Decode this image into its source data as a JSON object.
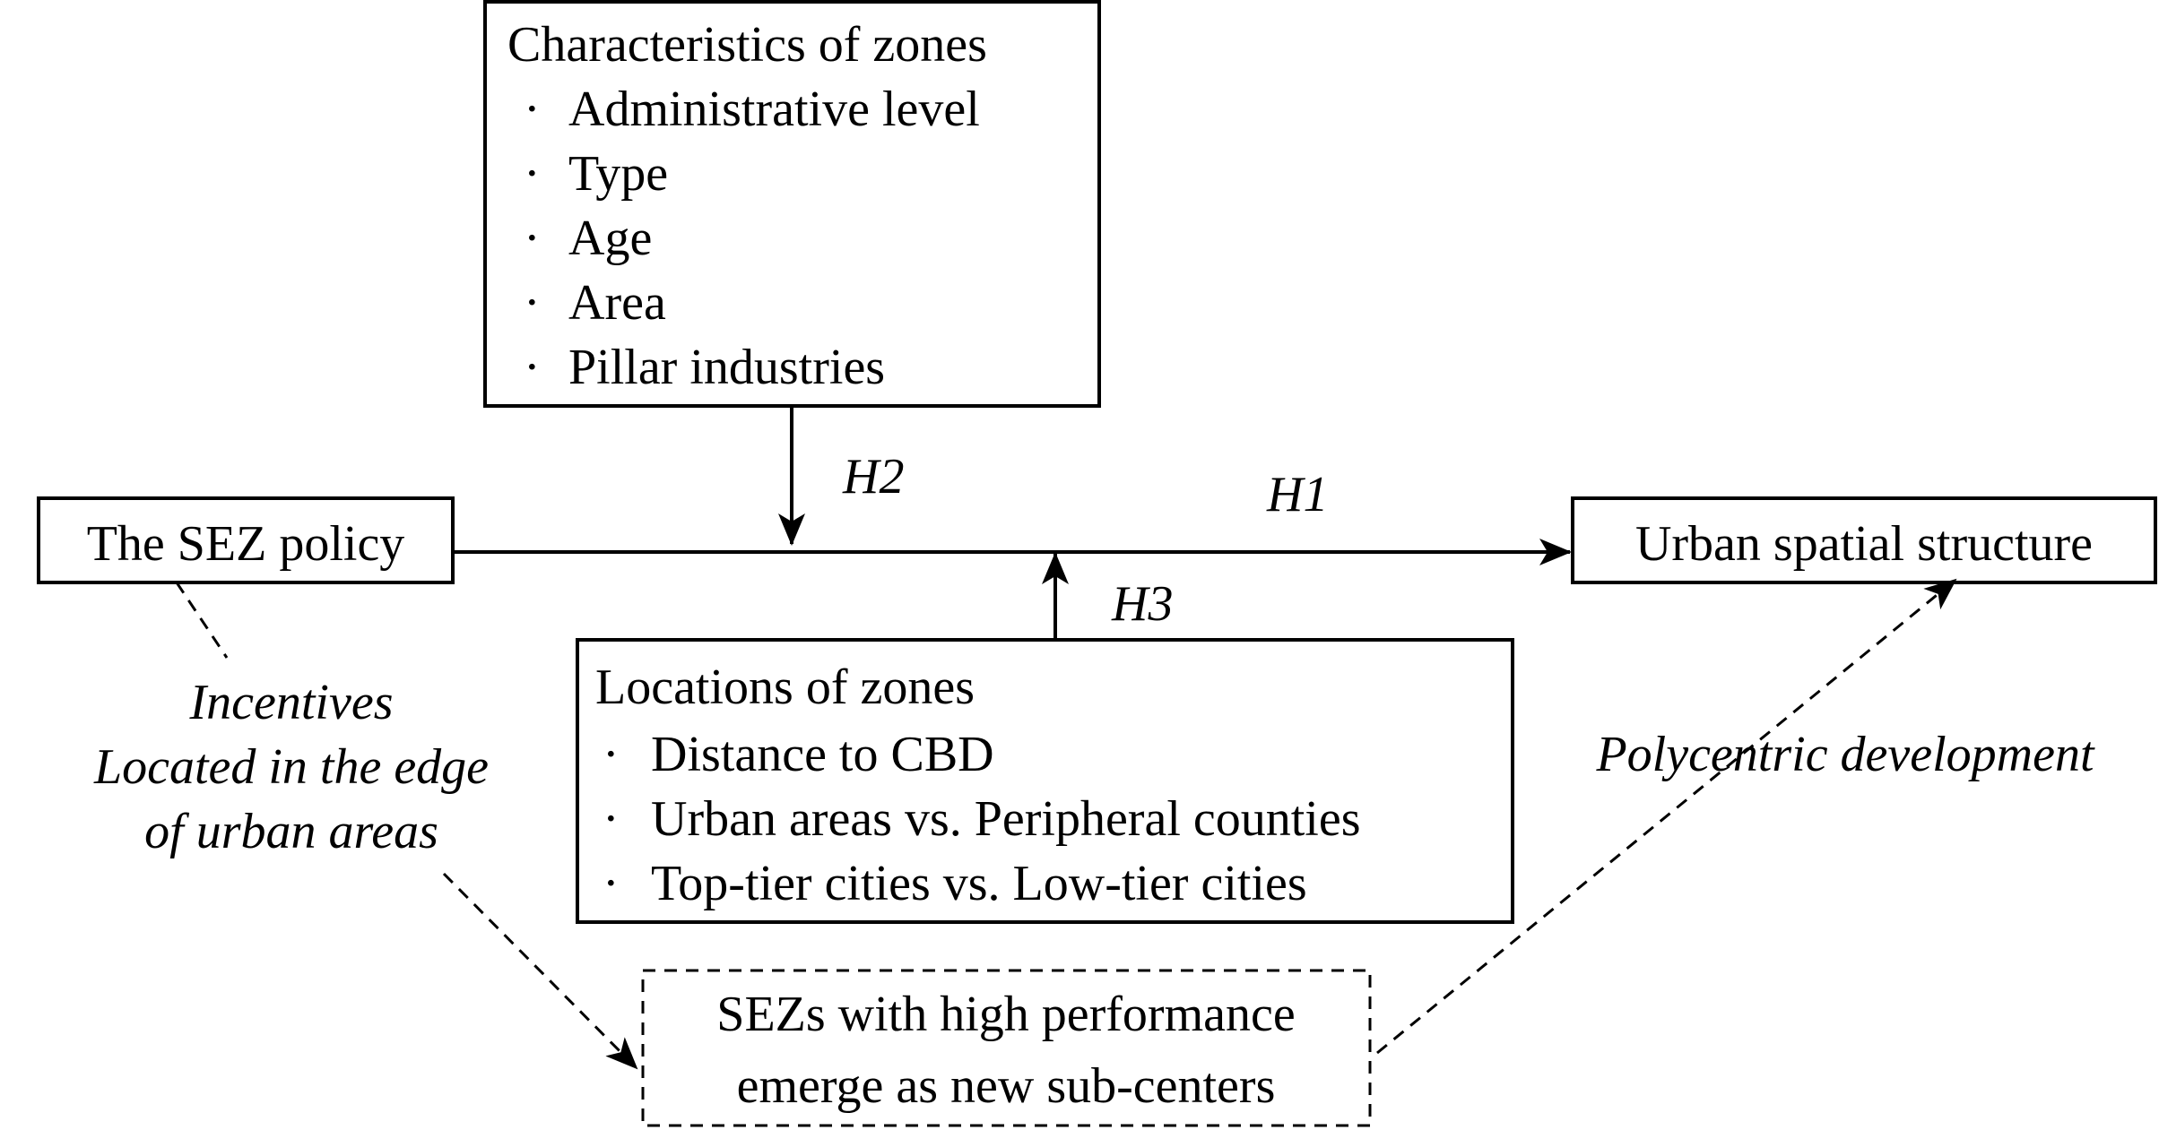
{
  "characteristics": {
    "title": "Characteristics of zones",
    "bullet": "·",
    "items": [
      "Administrative level",
      "Type",
      "Age",
      "Area",
      "Pillar industries"
    ]
  },
  "sez_policy": "The SEZ policy",
  "urban_structure": "Urban spatial structure",
  "hypotheses": {
    "h1": "H1",
    "h2": "H2",
    "h3": "H3"
  },
  "locations": {
    "title": "Locations of zones",
    "bullet": "·",
    "items": [
      "Distance to CBD",
      "Urban areas vs. Peripheral counties",
      "Top-tier cities vs. Low-tier cities"
    ]
  },
  "mechanism_left": [
    "Incentives",
    "Located in the edge",
    "of urban areas"
  ],
  "mechanism_right": "Polycentric development",
  "subcenters": [
    "SEZs with high performance",
    "emerge as new sub-centers"
  ]
}
